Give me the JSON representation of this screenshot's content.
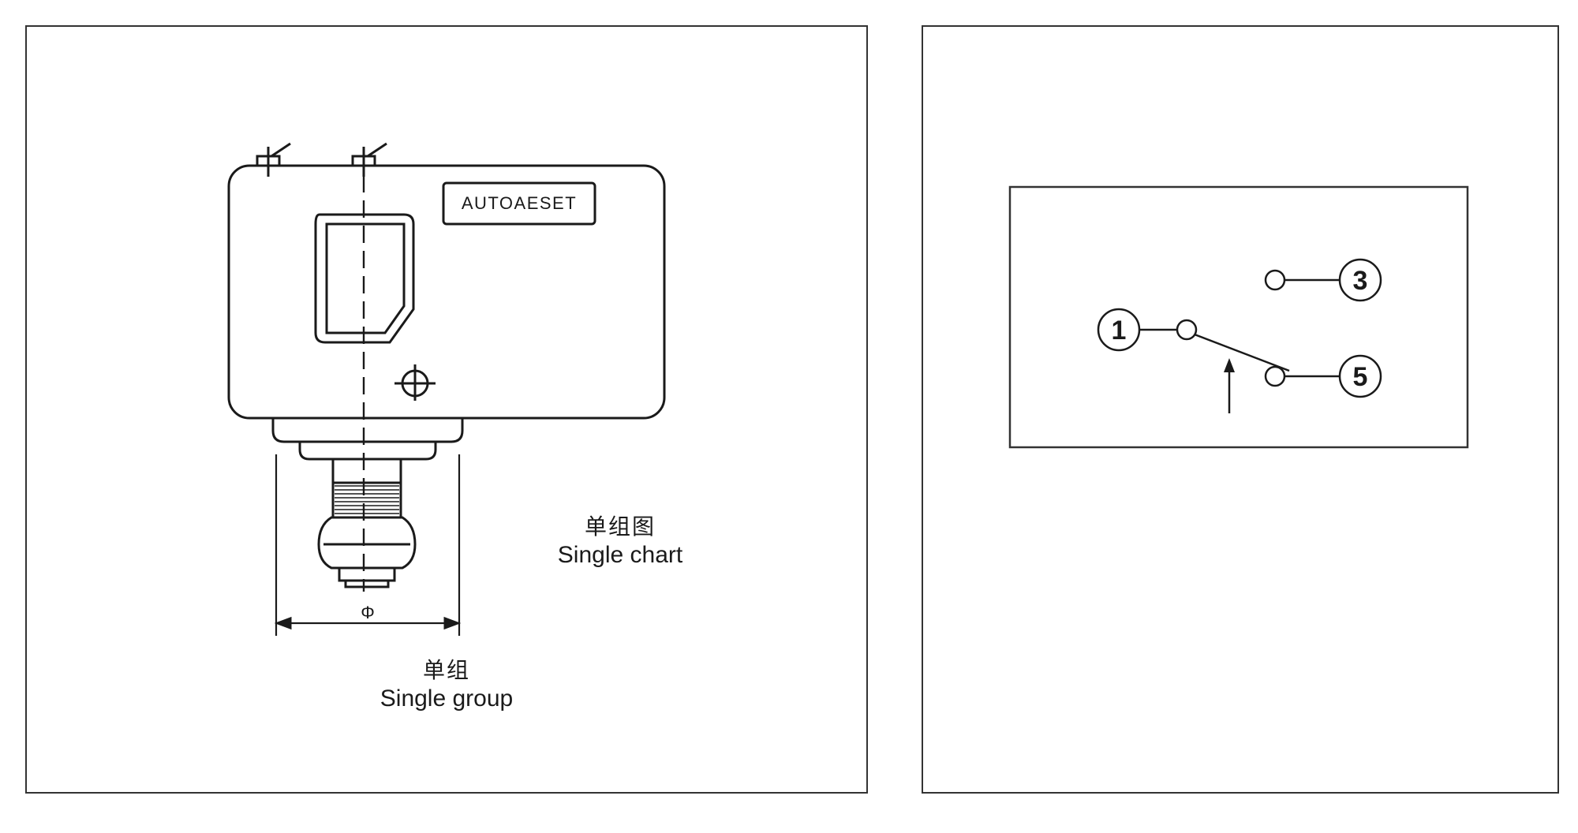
{
  "switch_body": {
    "brand_label": "AUTOAESET",
    "diameter_symbol": "Φ"
  },
  "captions": {
    "single_group": {
      "cn": "单组",
      "en": "Single group"
    },
    "single_chart": {
      "cn": "单组图",
      "en": "Single chart"
    }
  },
  "wiring": {
    "terminals": [
      "1",
      "3",
      "5"
    ]
  },
  "colors": {
    "stroke": "#1a1a1a",
    "border": "#333333"
  }
}
